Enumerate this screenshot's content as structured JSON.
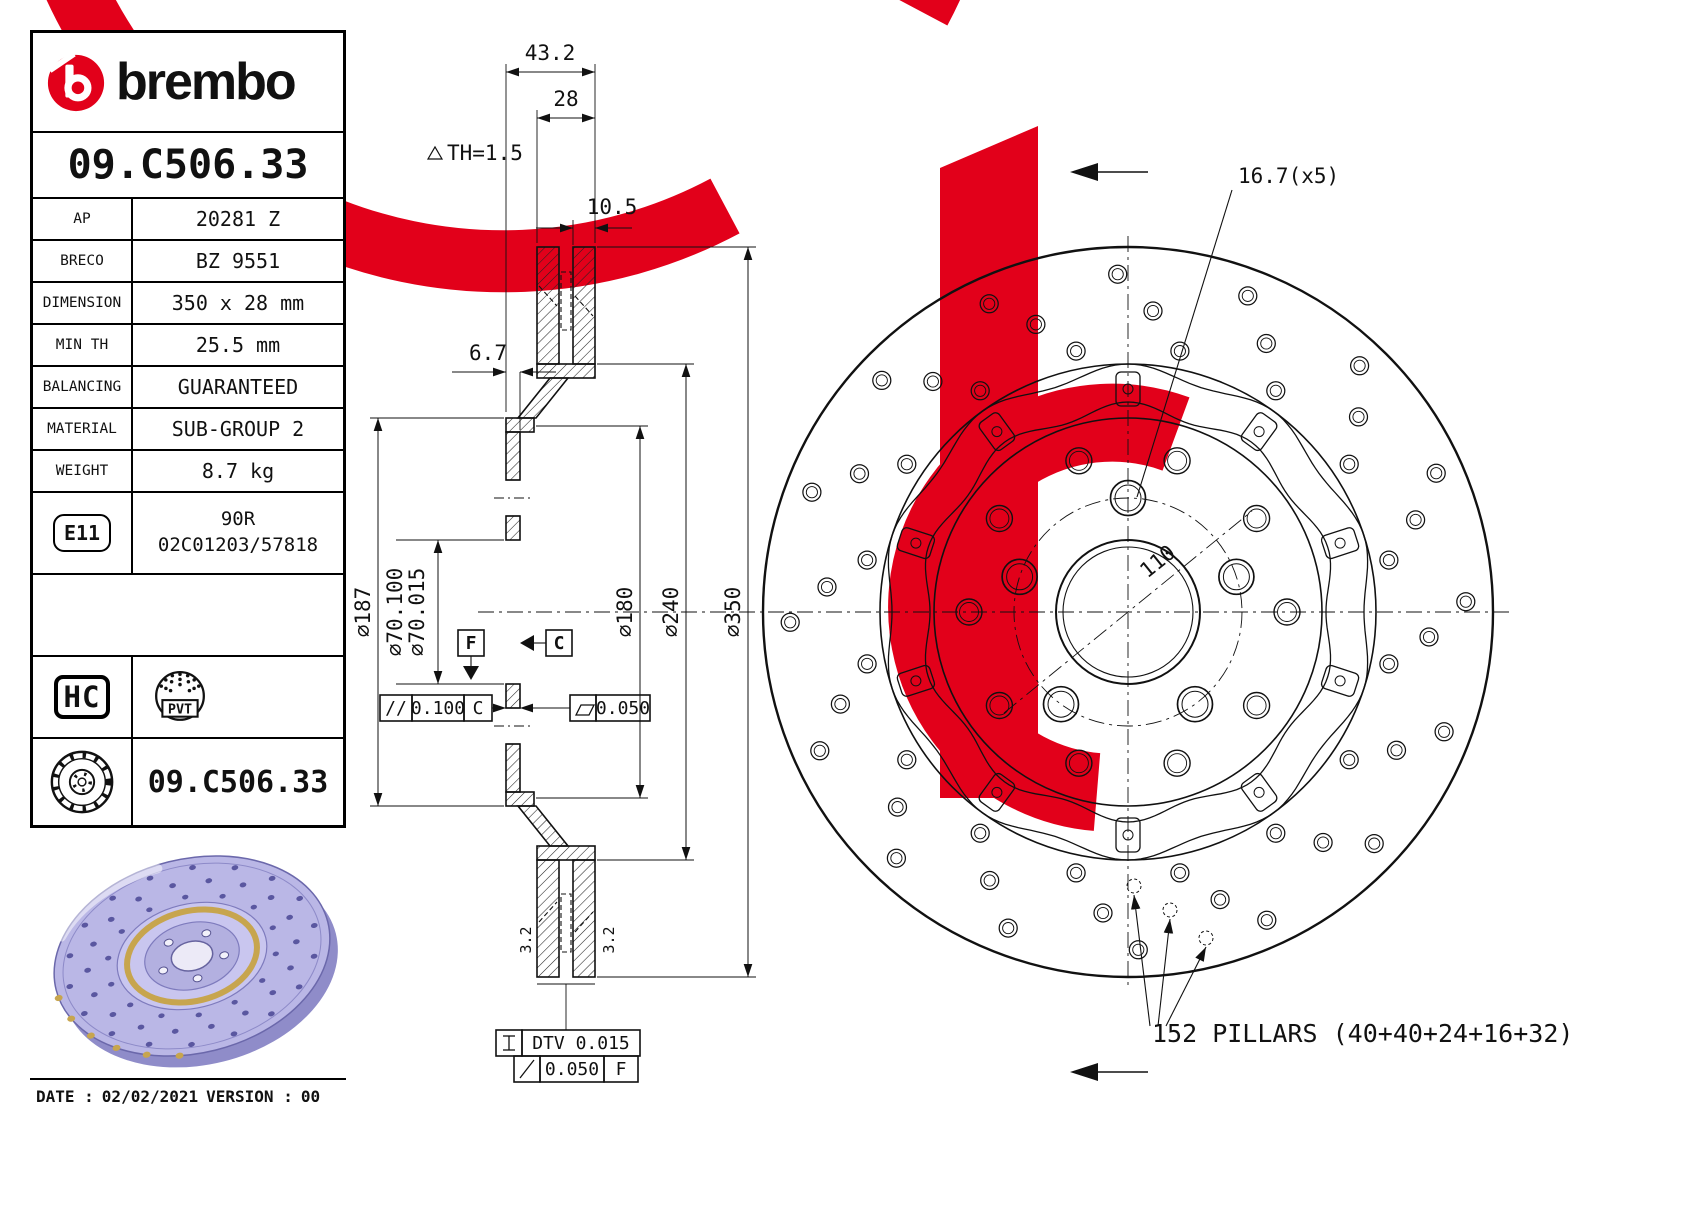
{
  "colors": {
    "brembo_red": "#e2001a",
    "line": "#111111",
    "disc_body": "#bab7e6",
    "disc_gold": "#c7a54e"
  },
  "header": {
    "brand": "brembo",
    "part_number": "09.C506.33"
  },
  "spec_table": {
    "rows": [
      {
        "label": "AP",
        "value": "20281 Z"
      },
      {
        "label": "BRECO",
        "value": "BZ 9551"
      },
      {
        "label": "DIMENSION",
        "value": "350 x 28 mm"
      },
      {
        "label": "MIN TH",
        "value": "25.5 mm"
      },
      {
        "label": "BALANCING",
        "value": "GUARANTEED"
      },
      {
        "label": "MATERIAL",
        "value": "SUB-GROUP 2"
      },
      {
        "label": "WEIGHT",
        "value": "8.7 kg"
      }
    ],
    "e11": {
      "label": "E11",
      "line1": "90R",
      "line2": "02C01203/57818"
    },
    "hc_badge": "HC",
    "pvt_badge": "PVT",
    "disc_part_number": "09.C506.33"
  },
  "footer": {
    "date_label": "DATE :",
    "date": "02/02/2021",
    "version_label": "VERSION :",
    "version": "00"
  },
  "drawing": {
    "section": {
      "width_total": "43.2",
      "thickness": "28",
      "plate_thickness": "10.5",
      "th_note": "TH=1.5",
      "hat_wall": "6.7",
      "dia_hat": "⌀187",
      "bore_max": "⌀70.100",
      "bore_min": "⌀70.015",
      "dia_hat_inner": "⌀180",
      "dia_friction_inner": "⌀240",
      "dia_outer": "⌀350",
      "datum_f": "F",
      "datum_c": "C",
      "parallelism_symbol": "//",
      "parallelism_value": "0.100",
      "parallelism_datum": "C",
      "flatness_value": "0.050",
      "dtv_note": "DTV 0.015",
      "runout_value": "0.050",
      "runout_datum": "F",
      "roughness_left": "3.2",
      "roughness_right": "3.2"
    },
    "front": {
      "bolt_holes": "16.7(x5)",
      "bolt_circle": "110",
      "pillars_note": "152 PILLARS (40+40+24+16+32)"
    }
  }
}
